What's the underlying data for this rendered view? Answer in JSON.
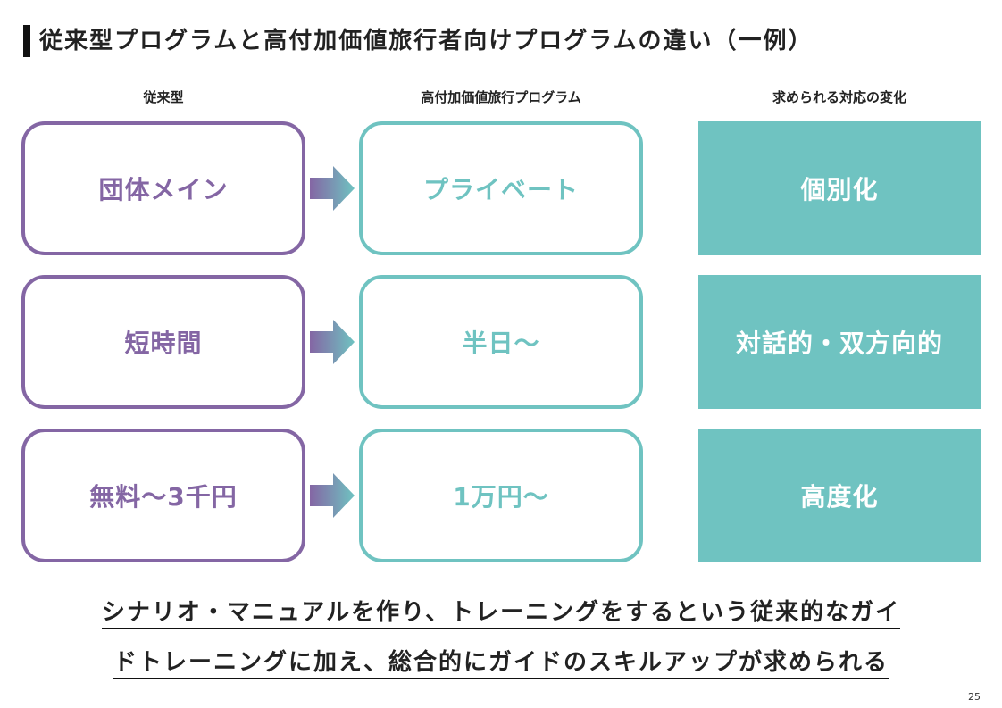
{
  "title": "従来型プログラムと高付加価値旅行者向けプログラムの違い（一例）",
  "columns": {
    "left": "従来型",
    "middle": "高付加価値旅行プログラム",
    "right": "求められる対応の変化"
  },
  "rows": [
    {
      "traditional": "団体メイン",
      "premium": "プライベート",
      "change": "個別化"
    },
    {
      "traditional": "短時間",
      "premium": "半日～",
      "change": "対話的・双方向的"
    },
    {
      "traditional": "無料～3千円",
      "premium": "1万円～",
      "change": "高度化"
    }
  ],
  "footer": {
    "line1": "シナリオ・マニュアルを作り、トレーニングをするという従来的なガイ",
    "line2": "ドトレーニングに加え、総合的にガイドのスキルアップが求められる"
  },
  "page_number": "25",
  "colors": {
    "purple": "#8466a4",
    "teal": "#6fc3c1"
  },
  "icons": {
    "arrow": "right-arrow-icon"
  }
}
